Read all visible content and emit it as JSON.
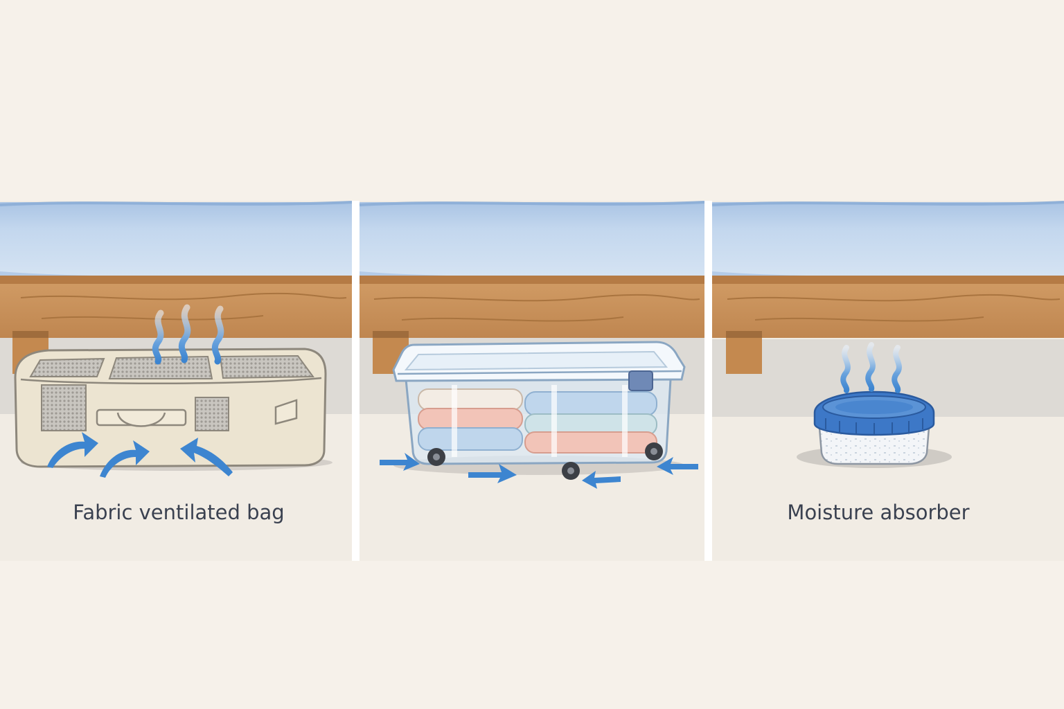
{
  "colors": {
    "page_bg": "#f6f1ea",
    "floor": "#f1ece4",
    "wall_shadow": "#dedbd6",
    "mattress": "#c7d9ee",
    "mattress_top": "#a9c4e4",
    "wood": "#c9935d",
    "wood_dark": "#9f6c3c",
    "airflow": "#3d85d0",
    "lid_blue": "#3d78c7",
    "caption_text": "#3a4150"
  },
  "panels": [
    {
      "id": "fabric-bag",
      "caption": "Fabric ventilated bag",
      "icons": [
        "bed-frame",
        "fabric-storage-bag-icon",
        "steam-vapor-icon",
        "airflow-arrow-icon"
      ]
    },
    {
      "id": "plastic-bin",
      "caption": "",
      "icons": [
        "bed-frame",
        "clear-rolling-bin-icon",
        "folded-towels-icon",
        "airflow-arrow-icon"
      ]
    },
    {
      "id": "moisture-absorber",
      "caption": "Moisture absorber",
      "icons": [
        "bed-frame",
        "moisture-absorber-tub-icon",
        "steam-vapor-icon"
      ]
    }
  ]
}
